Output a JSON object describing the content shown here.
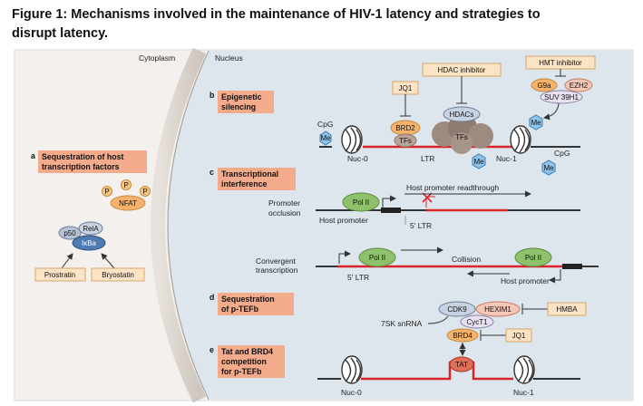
{
  "figure": {
    "title_line1": "Figure 1: Mechanisms involved in the maintenance of HIV-1 latency and strategies to",
    "title_line2": "disrupt latency."
  },
  "regions": {
    "cytoplasm": "Cytoplasm",
    "nucleus": "Nucleus"
  },
  "sections": {
    "a": {
      "letter": "a",
      "line1": "Sequestration of host",
      "line2": "transcription factors"
    },
    "b": {
      "letter": "b",
      "line1": "Epigenetic",
      "line2": "silencing"
    },
    "c": {
      "letter": "c",
      "line1": "Transcriptional",
      "line2": "interference"
    },
    "d": {
      "letter": "d",
      "line1": "Sequestration",
      "line2": "of p-TEFb"
    },
    "e": {
      "letter": "e",
      "line1": "Tat and BRD4",
      "line2": "competition",
      "line3": "for p-TEFb"
    }
  },
  "panel_a": {
    "p": "P",
    "nfat": "NFAT",
    "p50": "p50",
    "rela": "RelA",
    "ikba": "IκBa",
    "prostratin": "Prostratin",
    "bryostatin": "Bryostatin"
  },
  "panel_b": {
    "hdac_inhibitor": "HDAC inhibitor",
    "hmt_inhibitor": "HMT inhibitor",
    "jq1": "JQ1",
    "brd2": "BRD2",
    "tfs": "TFs",
    "hdacs": "HDACs",
    "g9a": "G9a",
    "ezh2": "EZH2",
    "suv39h1": "SUV 39H1",
    "me": "Me",
    "cpg": "CpG",
    "nuc0": "Nuc-0",
    "nuc1": "Nuc-1",
    "ltr": "LTR"
  },
  "panel_c": {
    "promoter_occlusion_1": "Promoter",
    "promoter_occlusion_2": "occlusion",
    "pol2": "Pol II",
    "readthrough": "Host promoter readthrough",
    "host_promoter": "Host promoter",
    "ltr5": "5' LTR",
    "convergent_1": "Convergent",
    "convergent_2": "transcription",
    "collision": "Collision"
  },
  "panel_d": {
    "cdk9": "CDK9",
    "hexim1": "HEXIM1",
    "hmba": "HMBA",
    "snrna": "7SK snRNA",
    "cyct1": "CycT1",
    "brd4": "BRD4",
    "jq1": "JQ1"
  },
  "panel_e": {
    "tat": "TAT",
    "nuc0": "Nuc-0",
    "nuc1": "Nuc-1"
  },
  "colors": {
    "nucleus_bg": "#dde6ec",
    "cytoplasm_bg": "#f3f0ee",
    "envelope": "#bfb6ad",
    "label_box": "#f4ab8c",
    "me_hex": "#8fc3e8",
    "pol2": "#8fc06b",
    "dna_red": "#d9252a",
    "nfat": "#f6b26b",
    "drug_box": "#fbe3c6"
  }
}
